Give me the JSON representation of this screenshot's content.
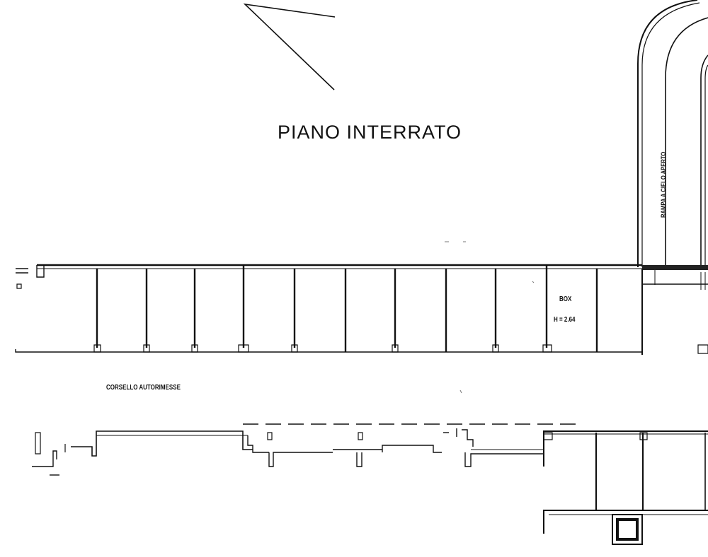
{
  "title": "PIANO INTERRATO",
  "labels": {
    "ramp": "RAMPA A CIELO APERTO",
    "box": "BOX",
    "box_height": "H = 2.64",
    "corridor": "CORSELLO AUTORIMESSE"
  },
  "colors": {
    "ink": "#111111",
    "background": "#ffffff"
  },
  "icons": {
    "north_arrow": "north-arrow-icon"
  }
}
